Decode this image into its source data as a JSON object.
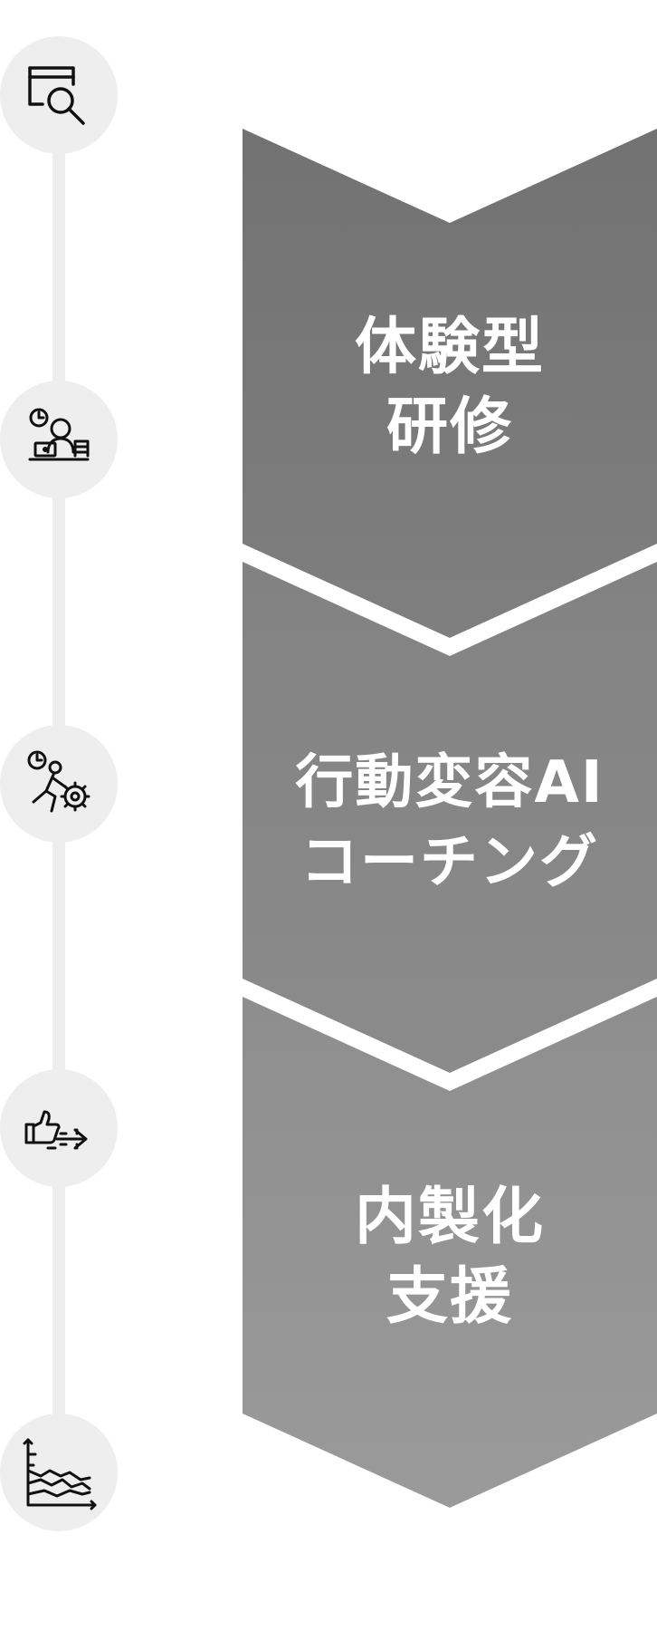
{
  "steps": [
    {
      "icon": "search-window-icon",
      "label_lines": []
    },
    {
      "icon": "person-laptop-clock-icon",
      "label_lines": [
        "体験型",
        "研修"
      ]
    },
    {
      "icon": "person-pushing-gear-icon",
      "label_lines": [
        "行動変容AI",
        "コーチング"
      ]
    },
    {
      "icon": "thumbs-up-arrow-icon",
      "label_lines": [
        "内製化",
        "支援"
      ]
    },
    {
      "icon": "area-chart-icon",
      "label_lines": []
    }
  ],
  "colors": {
    "chevron_1": "#787878",
    "chevron_2": "#888888",
    "chevron_3": "#959595",
    "timeline": "#ededed",
    "icon_bg": "#eeeeee",
    "label": "#ffffff"
  }
}
